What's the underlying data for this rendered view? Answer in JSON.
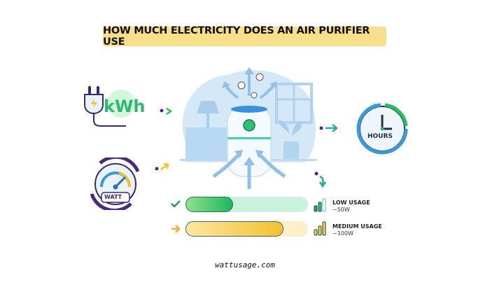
{
  "header": {
    "title": "HOW MUCH ELECTRICITY DOES AN AIR PURIFIER USE"
  },
  "icons": {
    "kwh": {
      "label": "kWh",
      "icon": "plug-icon"
    },
    "watt": {
      "label": "WATT",
      "icon": "gauge-icon"
    },
    "hours": {
      "label": "HOURS",
      "icon": "clock-icon"
    },
    "center": {
      "icon": "air-purifier-icon"
    }
  },
  "usage": [
    {
      "label": "LOW USAGE",
      "value": "~50W",
      "fill_percent": 46,
      "color": "#22c061",
      "track_color": "#c9f2dc",
      "marker": "check-icon"
    },
    {
      "label": "MEDIUM USAGE",
      "value": "~100W",
      "fill_percent": 80,
      "color": "#f2c12e",
      "track_color": "#fdf0c8",
      "marker": "arrow-right-icon"
    }
  ],
  "colors": {
    "accent_green": "#22c061",
    "accent_yellow": "#f2c12e",
    "accent_blue": "#3a9ad9",
    "accent_purple": "#4b2a7b",
    "title_bg": "#f7df8c"
  },
  "footer": {
    "text": "wattusage.com"
  }
}
